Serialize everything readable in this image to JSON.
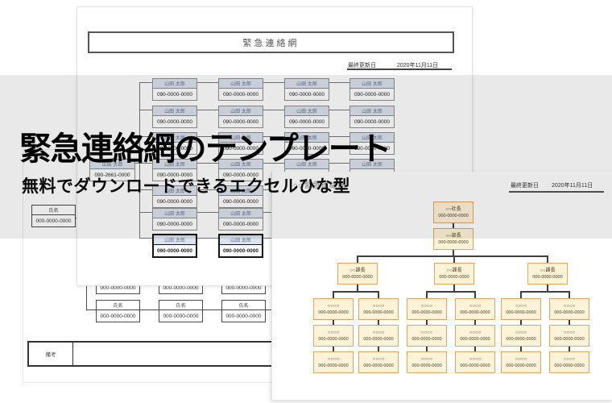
{
  "hero": {
    "title": "緊急連絡網のテンプレート",
    "subtitle": "無料でダウンロードできるエクセルひな型"
  },
  "doc1": {
    "title": "緊急連絡網",
    "updated_label": "最終更新日",
    "updated_date": "2020年11月11日",
    "member_name": "山田 太郎",
    "member_phone": "090-0000-0000",
    "origin_name": "山田 太郎",
    "origin_phone": "090-2661-0000",
    "tree_rows": 7,
    "tree_columns": 4
  },
  "doc0": {
    "name_label": "氏名",
    "phone": "000-0000-0000",
    "remarks_label": "備考"
  },
  "doc2": {
    "title": "○○緊急連絡網",
    "updated_label": "最終更新日",
    "updated_date": "2020年11月11日",
    "president_label": "○○社長",
    "manager_label": "○○部長",
    "chief_label": "○○課長",
    "member_label": "○○○○",
    "phone": "000-0000-0000",
    "chief_count": 3,
    "member_columns": 6,
    "member_rows": 3
  },
  "colors": {
    "band_overlay": "rgba(0,0,0,0.085)",
    "doc1_name_cell_fill": "#dce3ee",
    "doc1_name_cell_text": "#5d6f91",
    "doc2_box_border": "#e7a35f",
    "doc2_box_fill": "#fdf3d8",
    "title_text": "#000000"
  }
}
